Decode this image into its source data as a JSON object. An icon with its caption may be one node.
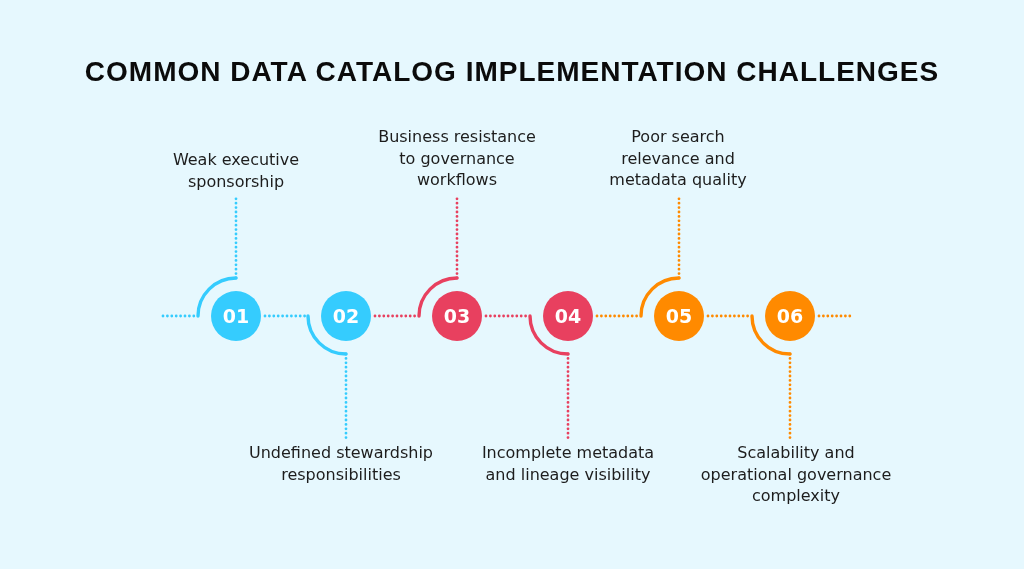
{
  "diagram": {
    "title": "COMMON DATA CATALOG IMPLEMENTATION CHALLENGES",
    "nodes": [
      {
        "text": [
          "01"
        ]
      },
      {
        "text": [
          "Weak executive sponsorship"
        ]
      },
      {
        "text": [
          "02"
        ]
      },
      {
        "text": [
          "Undefined stewardship responsibilities"
        ]
      },
      {
        "text": [
          "03"
        ]
      },
      {
        "text": [
          "Business resistance to governance workflows"
        ]
      },
      {
        "text": [
          "04"
        ]
      },
      {
        "text": [
          "Incomplete metadata and lineage visibility"
        ]
      },
      {
        "text": [
          "05"
        ]
      },
      {
        "text": [
          "Poor search relevance and metadata quality"
        ]
      },
      {
        "text": [
          "06"
        ]
      },
      {
        "text": [
          "Scalability and operational governance complexity"
        ]
      }
    ],
    "edges": [
      {
        "from": null,
        "to": 0,
        "arrow": "none",
        "color": "#35ccfe"
      },
      {
        "from": 0,
        "to": 1,
        "arrow": "none",
        "color": "#35ccfe"
      },
      {
        "from": 0,
        "to": 2,
        "arrow": "none",
        "color": "#35ccfe"
      },
      {
        "from": 2,
        "to": 3,
        "arrow": "none",
        "color": "#35ccfe"
      },
      {
        "from": 2,
        "to": 4,
        "arrow": "none",
        "color": "#e8405f"
      },
      {
        "from": 4,
        "to": 5,
        "arrow": "none",
        "color": "#e8405f"
      },
      {
        "from": 4,
        "to": 6,
        "arrow": "none",
        "color": "#e8405f"
      },
      {
        "from": 6,
        "to": 7,
        "arrow": "none",
        "color": "#e8405f"
      },
      {
        "from": 6,
        "to": 8,
        "arrow": "none",
        "color": "#ff8a00"
      },
      {
        "from": 8,
        "to": 9,
        "arrow": "none",
        "color": "#ff8a00"
      },
      {
        "from": 8,
        "to": 10,
        "arrow": "none",
        "color": "#ff8a00"
      },
      {
        "from": 10,
        "to": 11,
        "arrow": "none",
        "color": "#ff8a00"
      },
      {
        "from": 10,
        "to": null,
        "arrow": "none",
        "color": "#ff8a00"
      }
    ]
  }
}
